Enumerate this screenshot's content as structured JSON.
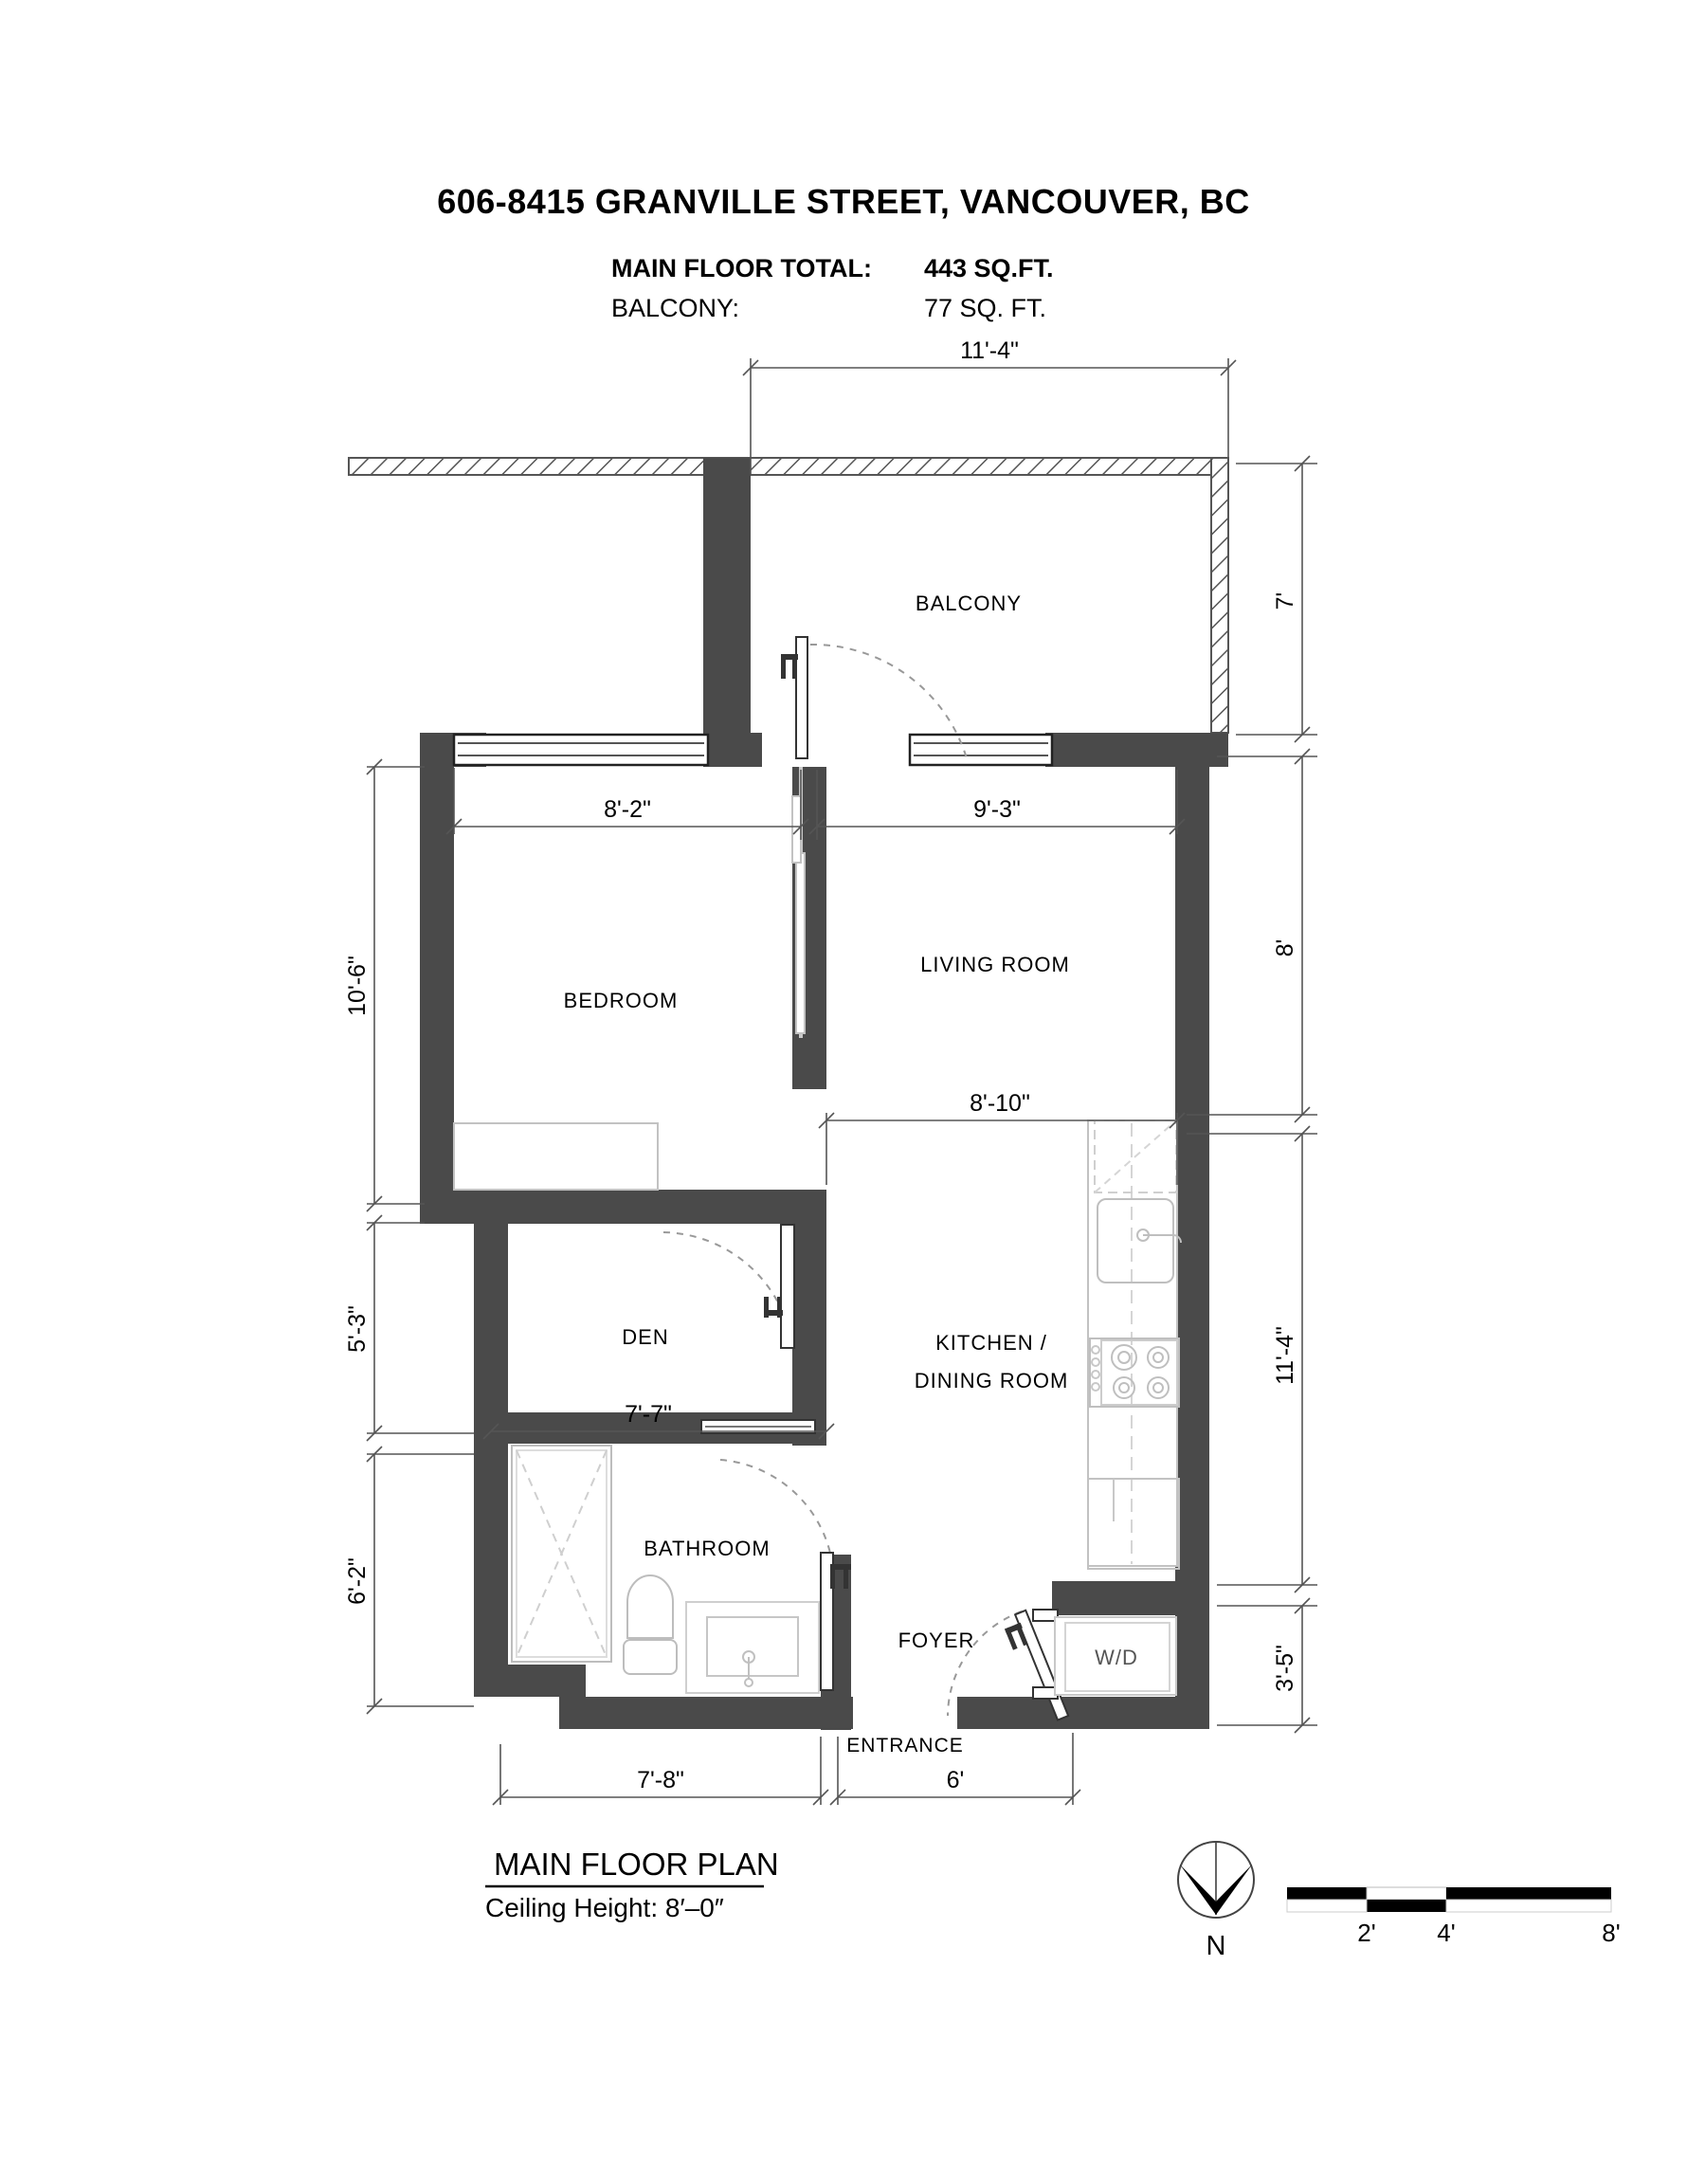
{
  "header": {
    "title": "606-8415 GRANVILLE STREET, VANCOUVER, BC",
    "main_floor_label": "MAIN FLOOR TOTAL:",
    "main_floor_value": "443 SQ.FT.",
    "balcony_label": "BALCONY:",
    "balcony_value": "77 SQ. FT."
  },
  "rooms": {
    "balcony": "BALCONY",
    "bedroom": "BEDROOM",
    "living_room": "LIVING ROOM",
    "den": "DEN",
    "kitchen_line1": "KITCHEN /",
    "kitchen_line2": "DINING ROOM",
    "bathroom": "BATHROOM",
    "foyer": "FOYER",
    "laundry": "W/D",
    "entrance": "ENTRANCE"
  },
  "dimensions": {
    "top_balcony_width": "11'-4\"",
    "bedroom_width": "8'-2\"",
    "living_width": "9'-3\"",
    "kitchen_width": "8'-10\"",
    "den_width": "7'-7\"",
    "bottom_left": "7'-8\"",
    "bottom_right": "6'",
    "left_bedroom_depth": "10'-6\"",
    "left_den_depth": "5'-3\"",
    "left_bath_depth": "6'-2\"",
    "right_balcony_depth": "7'",
    "right_living_depth": "8'",
    "right_kitchen_depth": "11'-4\"",
    "right_foyer_depth": "3'-5\""
  },
  "footer": {
    "plan_title": "MAIN FLOOR PLAN",
    "ceiling_height": "Ceiling Height: 8′–0″",
    "north_label": "N",
    "scale_ticks": [
      "2'",
      "4'",
      "8'"
    ]
  },
  "colors": {
    "wall": "#4a4a4a",
    "ink": "#000000",
    "thin_line": "#6f6f6f",
    "fixture_line": "#b8b8b8",
    "paper": "#ffffff"
  }
}
